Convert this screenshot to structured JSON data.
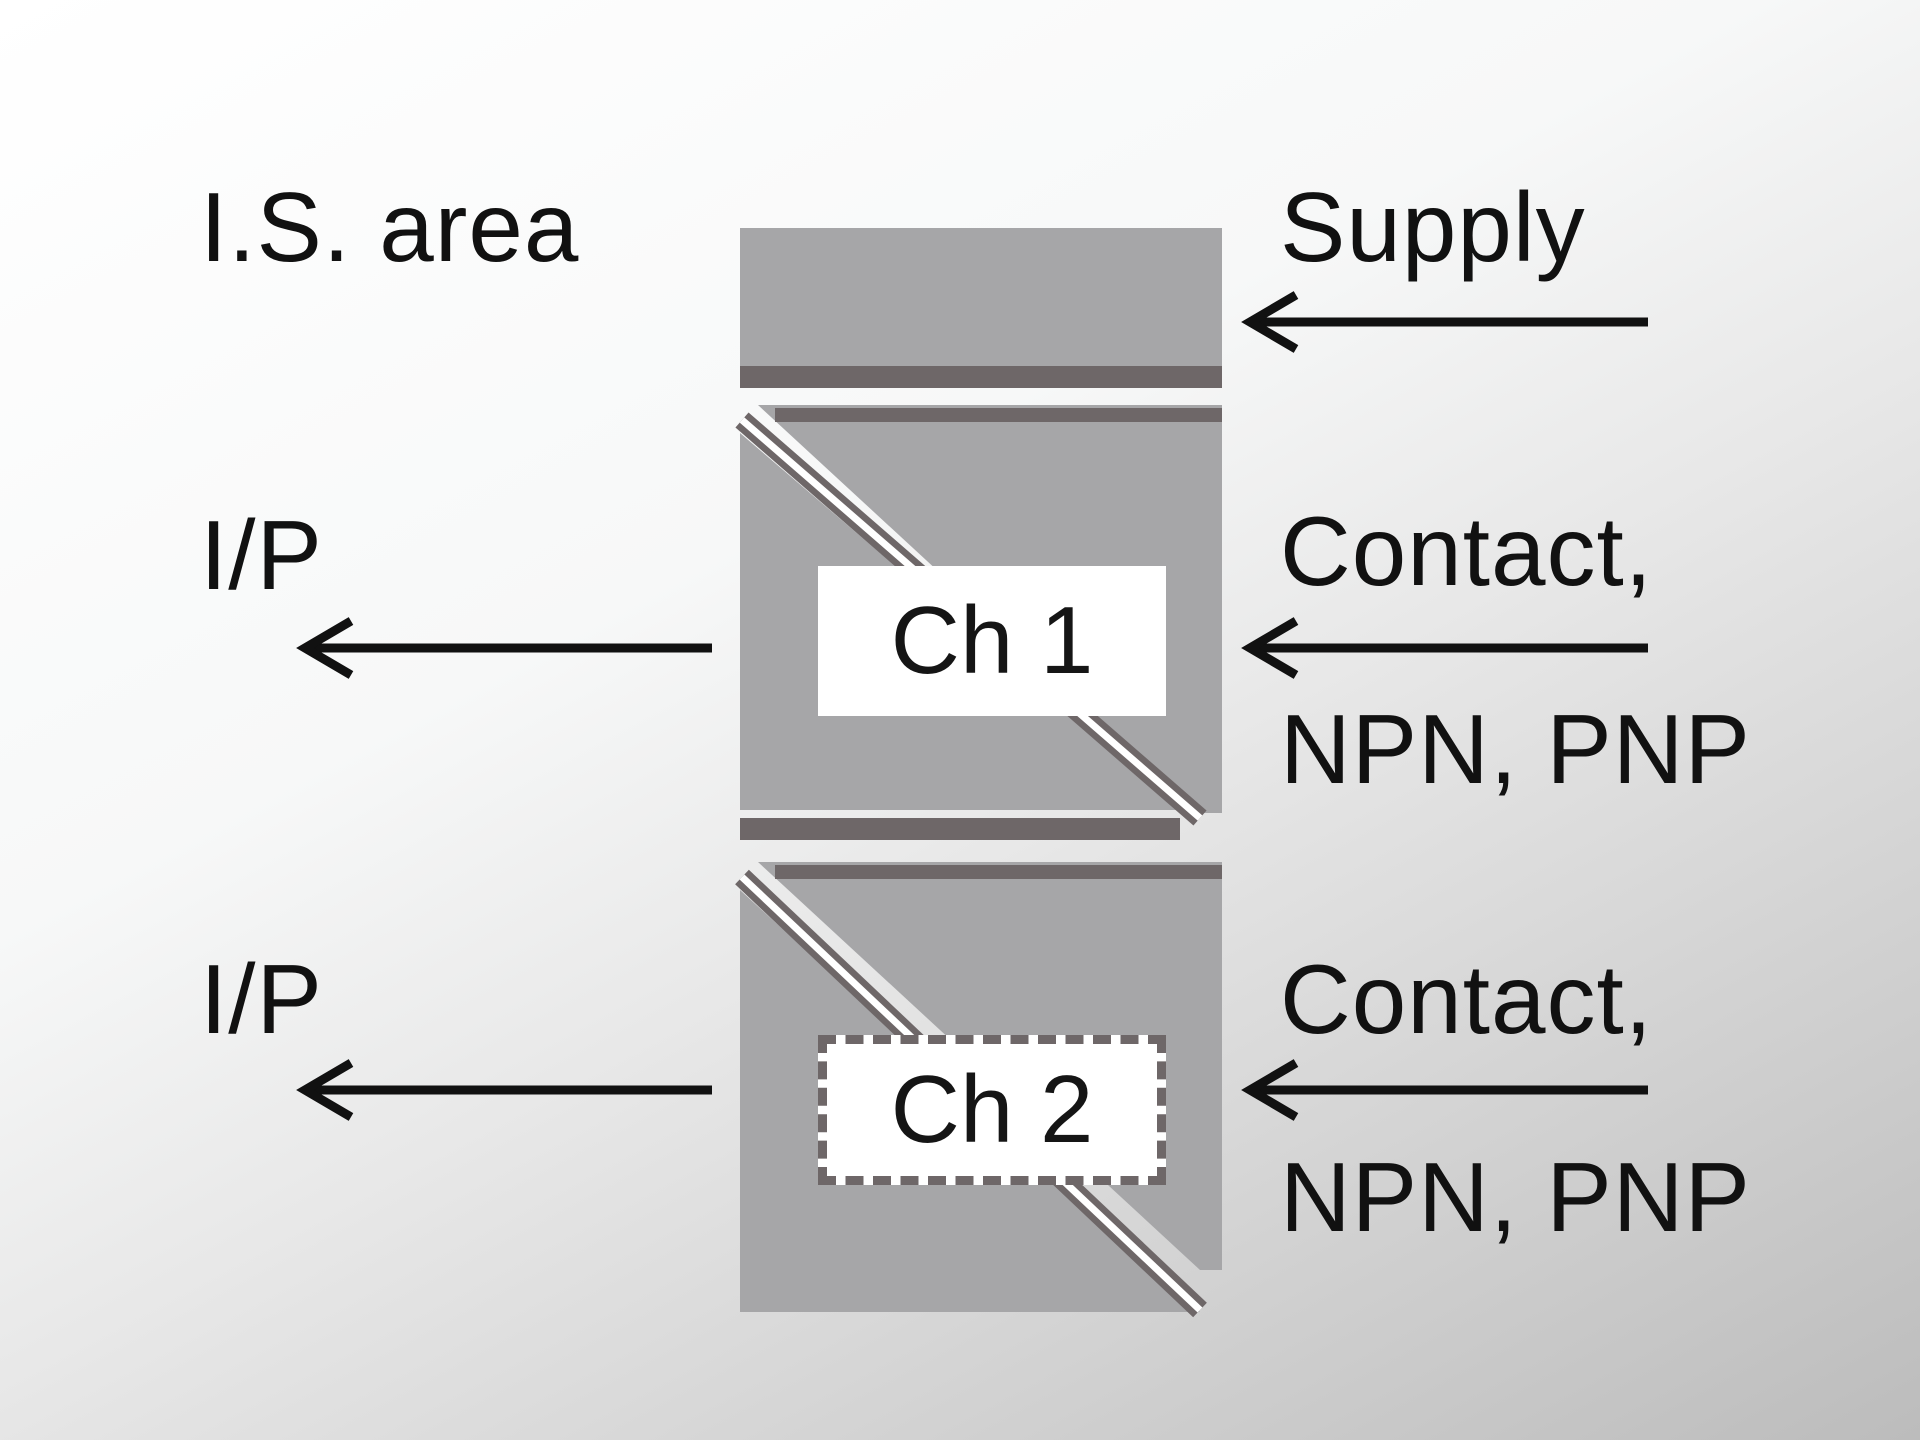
{
  "labels": {
    "is_area": "I.S. area",
    "supply": "Supply",
    "ch1_output": "I/P",
    "ch2_output": "I/P",
    "ch1_input_line1": "Contact,",
    "ch1_input_line2": "NPN, PNP",
    "ch2_input_line1": "Contact,",
    "ch2_input_line2": "NPN, PNP"
  },
  "channels": {
    "ch1": "Ch 1",
    "ch2": "Ch 2"
  },
  "colors": {
    "module_fill": "#a6a6a8",
    "divider_line": "#6e6768",
    "arrow": "#111111",
    "channel_box": "#ffffff"
  }
}
